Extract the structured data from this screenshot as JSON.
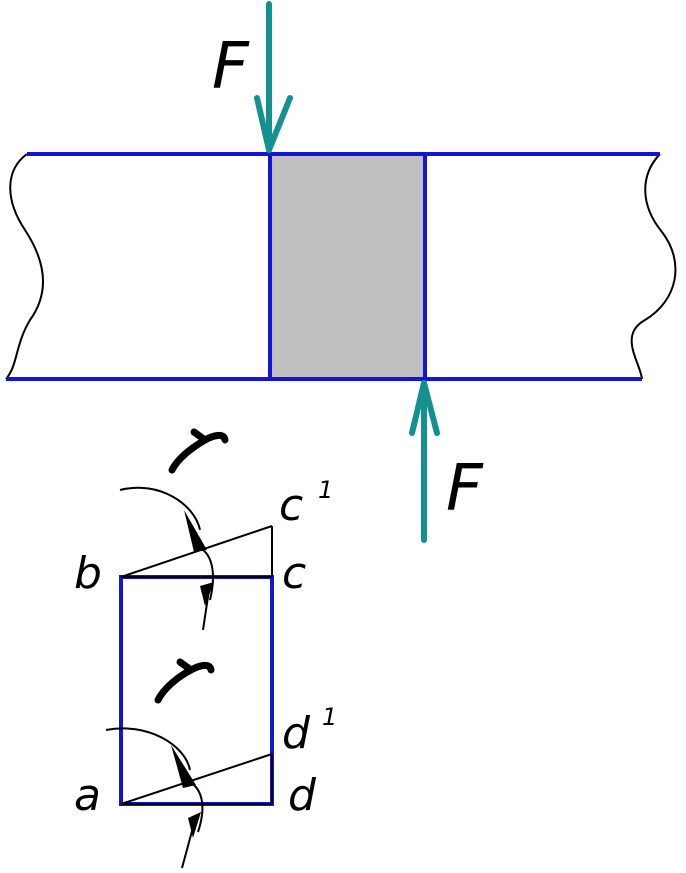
{
  "labels": {
    "force_top": "F",
    "force_bottom": "F",
    "point_a": "a",
    "point_b": "b",
    "point_c": "c",
    "point_d": "d",
    "point_c_prime": "c",
    "point_d_prime": "d",
    "prime_mark_c": "1",
    "prime_mark_d": "1",
    "angle_top": "γ",
    "angle_bottom": "γ"
  },
  "colors": {
    "outline": "#1414d6",
    "force": "#13918f",
    "shear_zone": "#c0c0c0",
    "ink": "#000000"
  }
}
